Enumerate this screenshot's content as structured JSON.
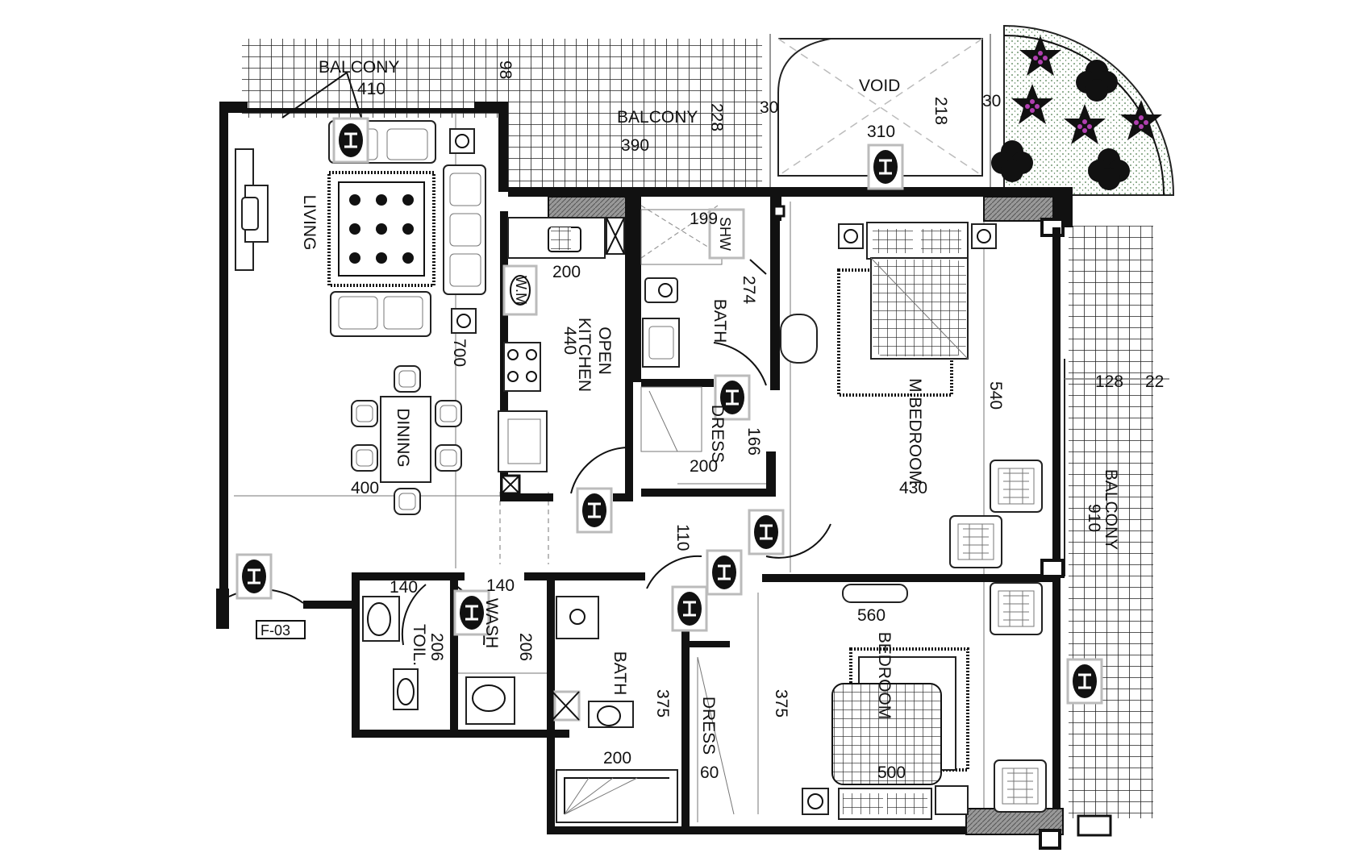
{
  "plan_tag": "F-03",
  "rooms": {
    "balcony_top_left": "BALCONY",
    "balcony_top": "BALCONY",
    "void": "VOID",
    "living": "LIVING",
    "dining": "DINING",
    "open_kitchen_1": "OPEN",
    "open_kitchen_2": "KITCHEN",
    "bath_top": "BATH",
    "dress_top": "DRESS",
    "master_bedroom": "M.BEDROOM",
    "balcony_right": "BALCONY",
    "toilet": "TOIL.",
    "wash": "WASH",
    "bath_bottom": "BATH",
    "dress_bottom": "DRESS",
    "bedroom": "BEDROOM",
    "shower": "SHW",
    "washing_machine": "W.M"
  },
  "dimensions": {
    "balcony_tl_width": "410",
    "balcony_tl_depth": "98",
    "balcony_top_width": "390",
    "balcony_top_depth": "228",
    "void_left_offset": "30",
    "void_width": "310",
    "void_depth": "218",
    "void_right_offset": "30",
    "shower_width": "199",
    "kitchen_counter": "200",
    "bath_top_depth": "274",
    "living_depth": "700",
    "kitchen_depth": "440",
    "master_bedroom_depth": "540",
    "balcony_right_width": "128",
    "balcony_right_edge": "22",
    "dress_top_depth": "166",
    "dress_top_width": "200",
    "dining_width": "400",
    "master_bedroom_width": "430",
    "balcony_right_length": "910",
    "corridor_width": "110",
    "toilet_width": "140",
    "wash_width": "140",
    "toilet_depth": "206",
    "wash_depth": "206",
    "bedroom_width": "560",
    "bath_bottom_depth": "375",
    "bedroom_depth": "375",
    "bath_bottom_width": "200",
    "dress_bottom_width": "60",
    "bedroom_bottom": "500"
  }
}
